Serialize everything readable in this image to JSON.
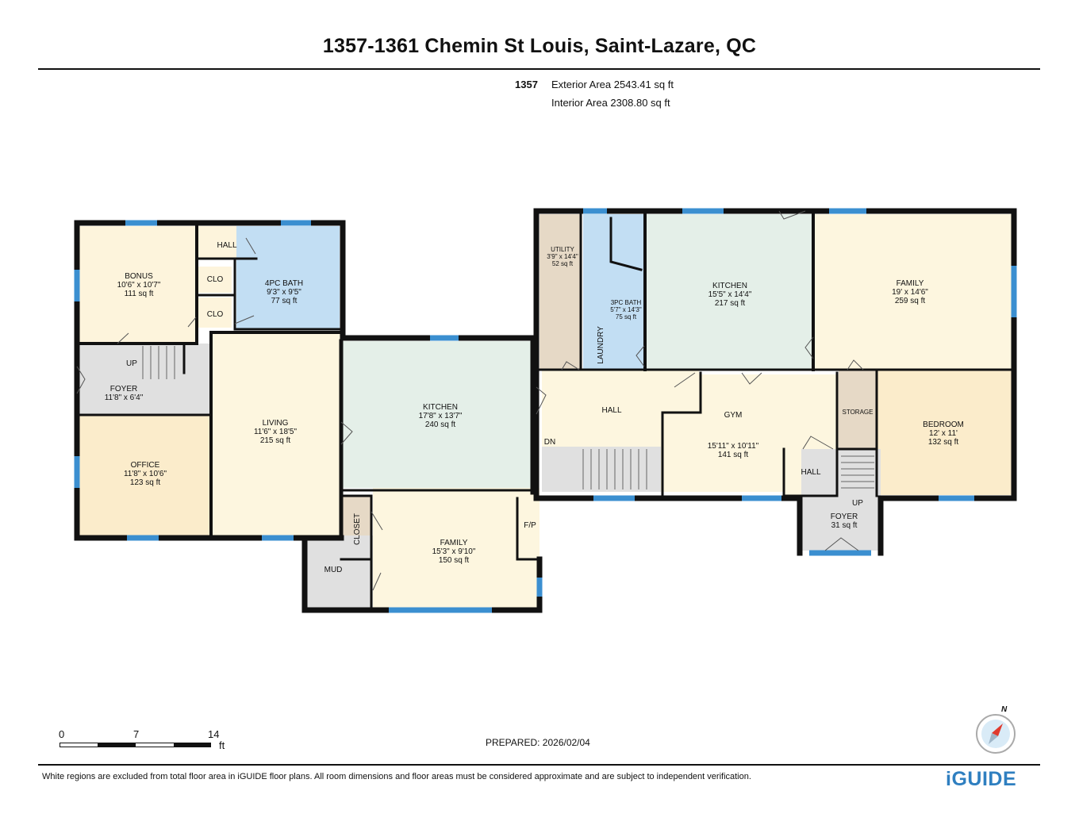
{
  "header": {
    "title": "1357-1361 Chemin St Louis, Saint-Lazare, QC",
    "unit": "1357",
    "exterior_area": "Exterior Area 2543.41 sq ft",
    "interior_area": "Interior Area 2308.80 sq ft"
  },
  "colors": {
    "wall": "#111111",
    "window": "#3b8fd0",
    "bath": "#c2def3",
    "kitchen": "#e4efe8",
    "living": "#fdf6df",
    "office": "#fbeccb",
    "utility": "#e6d9c6",
    "grey": "#e0e0e0"
  },
  "rooms": [
    {
      "name": "BONUS",
      "dims": "10'6\" x 10'7\"",
      "area": "111 sq ft"
    },
    {
      "name": "HALL"
    },
    {
      "name": "CLO"
    },
    {
      "name": "CLO"
    },
    {
      "name": "4PC BATH",
      "dims": "9'3\" x 9'5\"",
      "area": "77 sq ft"
    },
    {
      "name": "UP"
    },
    {
      "name": "FOYER",
      "dims": "11'8\" x 6'4\""
    },
    {
      "name": "OFFICE",
      "dims": "11'8\" x 10'6\"",
      "area": "123 sq ft"
    },
    {
      "name": "LIVING",
      "dims": "11'6\" x 18'5\"",
      "area": "215 sq ft"
    },
    {
      "name": "KITCHEN",
      "dims": "17'8\" x 13'7\"",
      "area": "240 sq ft"
    },
    {
      "name": "CLOSET"
    },
    {
      "name": "MUD"
    },
    {
      "name": "FAMILY",
      "dims": "15'3\" x 9'10\"",
      "area": "150 sq ft"
    },
    {
      "name": "F/P"
    },
    {
      "name": "UTILITY",
      "dims": "3'9\" x 14'4\"",
      "area": "52 sq ft"
    },
    {
      "name": "LAUNDRY"
    },
    {
      "name": "3PC BATH",
      "dims": "5'7\" x 14'3\"",
      "area": "75 sq ft"
    },
    {
      "name": "KITCHEN",
      "dims": "15'5\" x 14'4\"",
      "area": "217 sq ft"
    },
    {
      "name": "FAMILY",
      "dims": "19' x 14'6\"",
      "area": "259 sq ft"
    },
    {
      "name": "HALL"
    },
    {
      "name": "DN"
    },
    {
      "name": "GYM",
      "dims": "15'11\" x 10'11\"",
      "area": "141 sq ft"
    },
    {
      "name": "HALL"
    },
    {
      "name": "STORAGE"
    },
    {
      "name": "BEDROOM",
      "dims": "12' x 11'",
      "area": "132 sq ft"
    },
    {
      "name": "UP"
    },
    {
      "name": "FOYER",
      "area": "31 sq ft"
    }
  ],
  "scale": {
    "ticks": [
      "0",
      "7",
      "14"
    ],
    "unit": "ft"
  },
  "compass": {
    "label": "N"
  },
  "footer": {
    "prepared": "PREPARED: 2026/02/04",
    "disclaimer": "White regions are excluded from total floor area in iGUIDE floor plans. All room dimensions and floor areas must be considered approximate and are subject to independent verification.",
    "brand": "iGUIDE"
  }
}
